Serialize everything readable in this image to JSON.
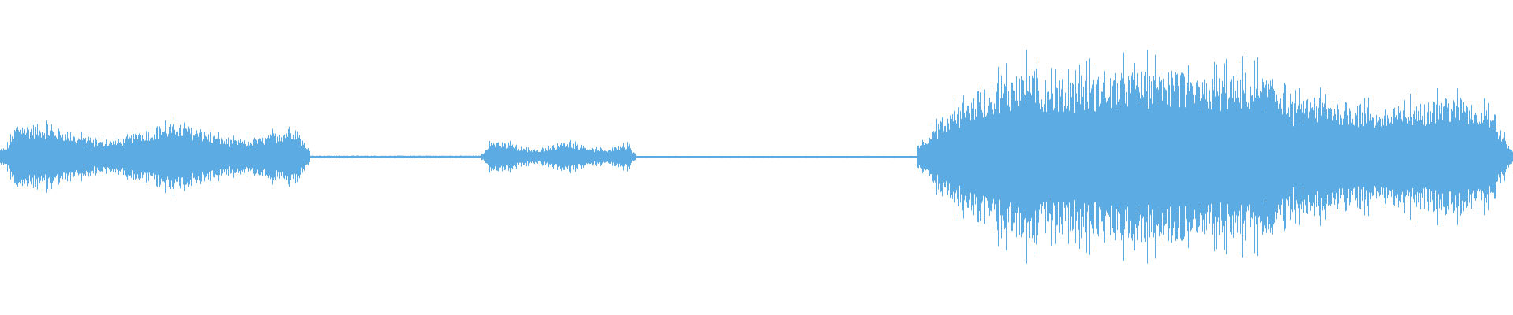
{
  "waveform": {
    "color": "#5dabe3",
    "background": "#ffffff",
    "segments": [
      {
        "start": 0.0,
        "end": 0.205,
        "peak": 0.22,
        "profile": "bumpy",
        "burst": true
      },
      {
        "start": 0.205,
        "end": 0.318,
        "peak": 0.008,
        "profile": "flat",
        "burst": false
      },
      {
        "start": 0.318,
        "end": 0.42,
        "peak": 0.1,
        "profile": "bumpy",
        "burst": true,
        "spike_at": 0.424,
        "spike_peak": 0.18
      },
      {
        "start": 0.42,
        "end": 0.606,
        "peak": 0.006,
        "profile": "flat",
        "burst": false
      },
      {
        "start": 0.606,
        "end": 1.0,
        "peak": 0.58,
        "profile": "swell",
        "burst": true
      }
    ]
  }
}
